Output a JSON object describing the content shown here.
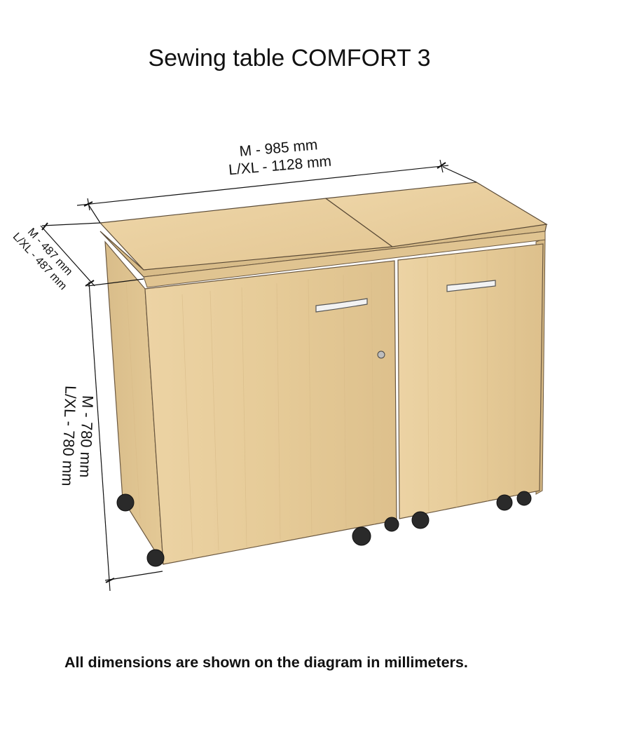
{
  "title": "Sewing table COMFORT 3",
  "footnote": "All dimensions are shown on the diagram in millimeters.",
  "dimensions": {
    "width": {
      "m": "M - 985 mm",
      "lxl": "L/XL - 1128 mm"
    },
    "depth": {
      "m": "M - 487 mm",
      "lxl": "L/XL - 487 mm"
    },
    "height": {
      "m": "M - 780 mm",
      "lxl": "L/XL - 780 mm"
    }
  },
  "colors": {
    "wood": "#e8cc9b",
    "wood_dark": "#cdb080",
    "wood_side": "#dcc08e",
    "edge": "#5a4a36",
    "wheel": "#2a2a2a",
    "handle": "#efefef"
  }
}
